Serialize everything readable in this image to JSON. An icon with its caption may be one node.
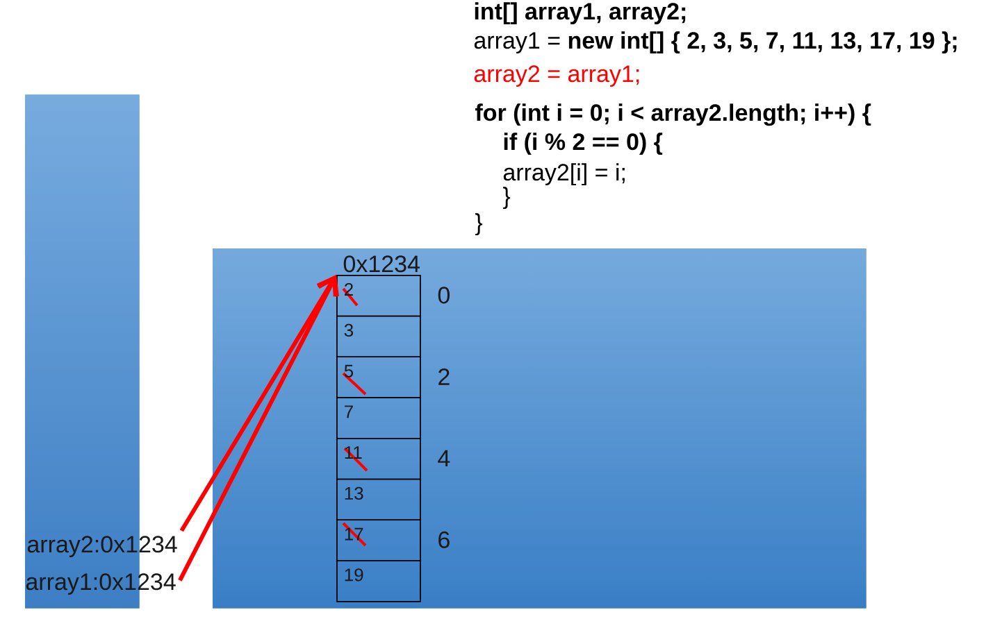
{
  "diagram": {
    "nodes": [
      {
        "text": [],
        "shape": "box"
      },
      {
        "text": [],
        "shape": "box"
      },
      {
        "text": [
          "0x1234"
        ],
        "in": 1
      },
      {
        "text": [
          "2"
        ],
        "in": 2,
        "beside": [
          "0"
        ]
      },
      {
        "text": [
          "3"
        ],
        "in": 2
      },
      {
        "text": [
          "5"
        ],
        "in": 2,
        "beside": [
          "2"
        ]
      },
      {
        "text": [
          "7"
        ],
        "in": 2
      },
      {
        "text": [
          "11"
        ],
        "in": 2,
        "beside": [
          "4"
        ]
      },
      {
        "text": [
          "13"
        ],
        "in": 2
      },
      {
        "text": [
          "17"
        ],
        "in": 2,
        "beside": [
          "6"
        ]
      },
      {
        "text": [
          "19"
        ],
        "in": 2
      },
      {
        "text": [
          "array2:0x1234"
        ]
      },
      {
        "text": [
          "array1:0x1234"
        ]
      }
    ],
    "edges": [
      {
        "from": 11,
        "to": 2,
        "arrow": "to",
        "color": "#ff0000"
      },
      {
        "from": 12,
        "to": 2,
        "arrow": "to",
        "color": "#ff0000"
      }
    ],
    "labels": [
      "int[] array1, array2;",
      "array1 = **new int[] { 2, 3, 5, 7, 11, 13, 17, 19 };**",
      "array2 = array1;",
      "for (int i = 0; i < array2.length; i++) {",
      "if (i % 2 == 0) {",
      "array2[i] = i;",
      "}",
      "}"
    ]
  }
}
